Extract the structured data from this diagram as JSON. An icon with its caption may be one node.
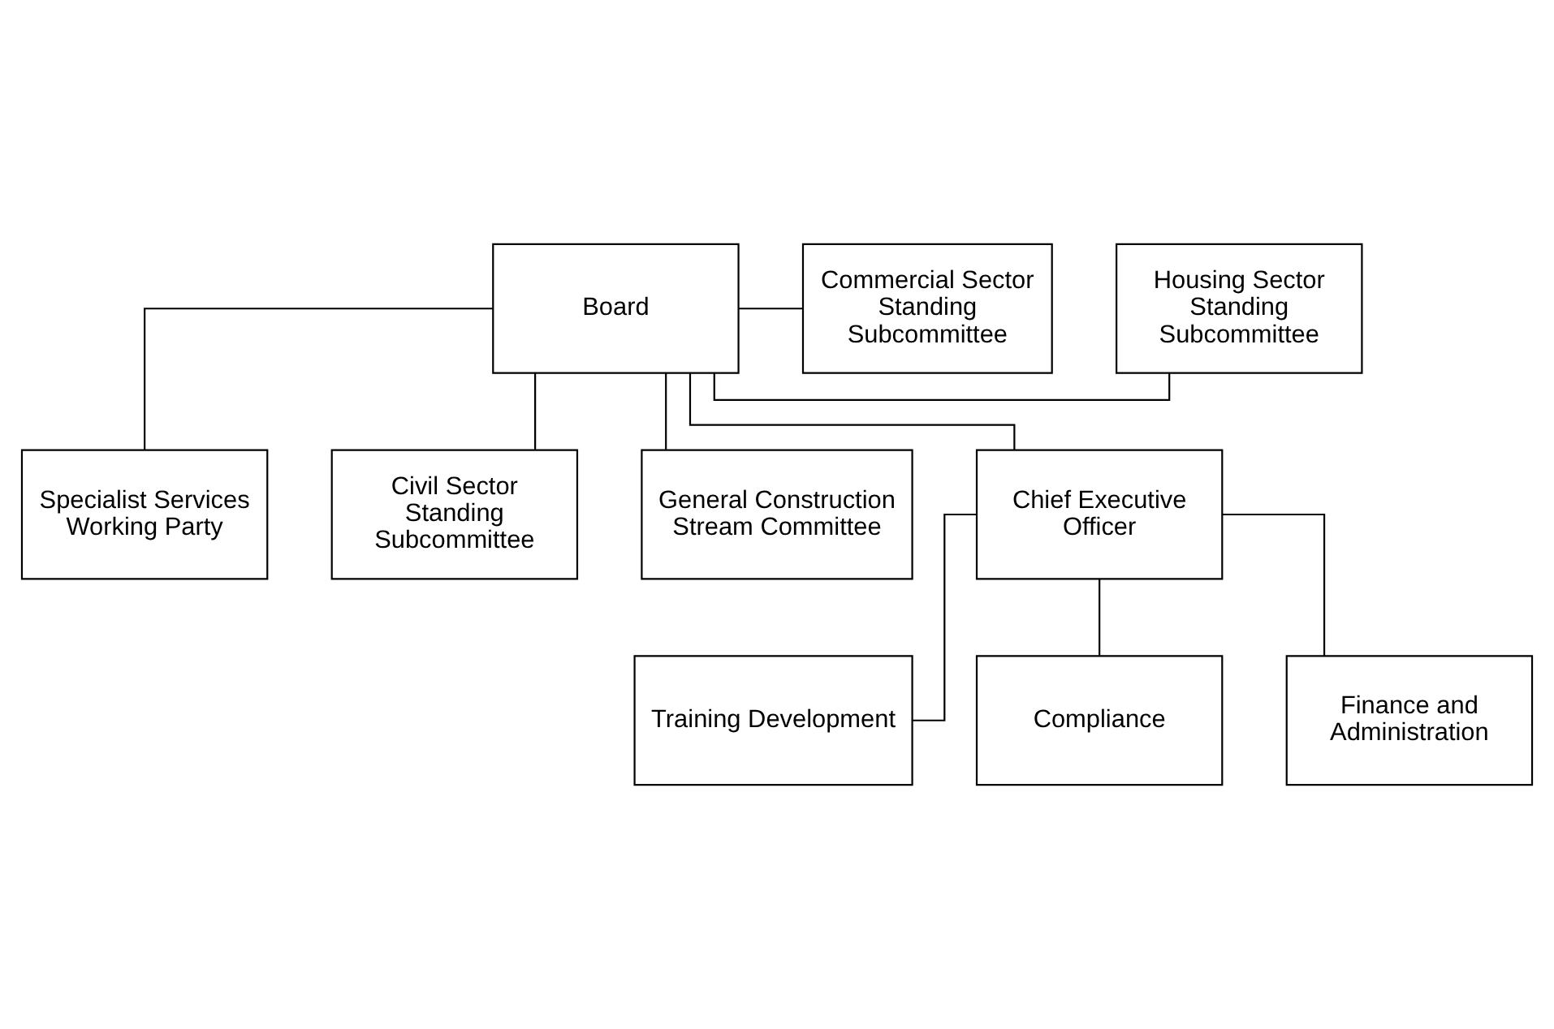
{
  "diagram": {
    "nodes": [
      {
        "text": [
          "Board"
        ]
      },
      {
        "text": [
          "Housing Sector Standing Subcommittee"
        ]
      },
      {
        "text": [
          "Specialist Services Working Party"
        ]
      },
      {
        "text": [
          "Commercial Sector Standing Subcommittee"
        ]
      },
      {
        "text": [
          "Civil Sector Standing Subcommittee"
        ]
      },
      {
        "text": [
          "General Construction Stream Committee"
        ]
      },
      {
        "text": [
          "Chief Executive Officer"
        ]
      },
      {
        "text": [
          "Training Development"
        ]
      },
      {
        "text": [
          "Compliance"
        ]
      },
      {
        "text": [
          "Finance and Administration"
        ]
      }
    ],
    "edges": [
      {
        "from": 0,
        "to": 1,
        "arrow": "none"
      },
      {
        "from": 0,
        "to": 2,
        "arrow": "none"
      },
      {
        "from": 0,
        "to": 3,
        "arrow": "none"
      },
      {
        "from": 0,
        "to": 4,
        "arrow": "none"
      },
      {
        "from": 0,
        "to": 5,
        "arrow": "none"
      },
      {
        "from": 0,
        "to": 6,
        "arrow": "none"
      },
      {
        "from": 6,
        "to": 7,
        "arrow": "none"
      },
      {
        "from": 6,
        "to": 8,
        "arrow": "none"
      },
      {
        "from": 6,
        "to": 9,
        "arrow": "none"
      }
    ]
  }
}
